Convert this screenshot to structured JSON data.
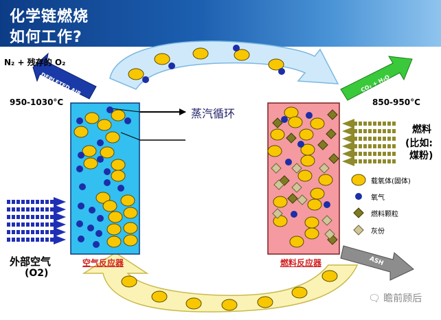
{
  "header": {
    "title_line1": "化学链燃烧",
    "title_line2": "如何工作?"
  },
  "labels": {
    "exhaust_formula": "N₂ + 残存的 O₂",
    "depleted_air": "DEPLETED AIR",
    "temp_air": "950-1030°C",
    "temp_fuel": "850-950°C",
    "co2_h2o": "CO₂ + H₂O",
    "steam_cycle": "蒸汽循环",
    "fuel_line1": "燃料",
    "fuel_line2": "(比如:",
    "fuel_line3": "煤粉)",
    "outside_air_line1": "外部空气",
    "outside_air_line2": "(O2)",
    "air_reactor": "空气反应器",
    "fuel_reactor": "燃料反应器",
    "ash": "ASH",
    "watermark": "瞻前顾后"
  },
  "legend": {
    "items": [
      {
        "label": "载氧体(固体)",
        "icon": "oxygen-carrier-icon"
      },
      {
        "label": "氧气",
        "icon": "oxygen-dot-icon"
      },
      {
        "label": "燃料颗粒",
        "icon": "fuel-particle-icon"
      },
      {
        "label": "灰份",
        "icon": "ash-particle-icon"
      }
    ]
  },
  "colors": {
    "header_dark": "#0d3c86",
    "air_reactor_fill": "#33bff0",
    "fuel_reactor_fill": "#f59aa0",
    "oxygen_carrier": "#f8c700",
    "oxygen": "#1c2ea8",
    "fuel_particle": "#807b22",
    "ash_particle": "#cfc79a",
    "reactor_label": "#d02020",
    "fuel_arrow": "#8f8a2a",
    "air_arrow": "#1f2fb5",
    "top_loop": "#cfe9fb",
    "bottom_loop": "#fbf3b5",
    "co2_arrow": "#3ac93a",
    "depleted_arrow": "#1a3aa8",
    "ash_arrow": "#8d8d8d"
  }
}
